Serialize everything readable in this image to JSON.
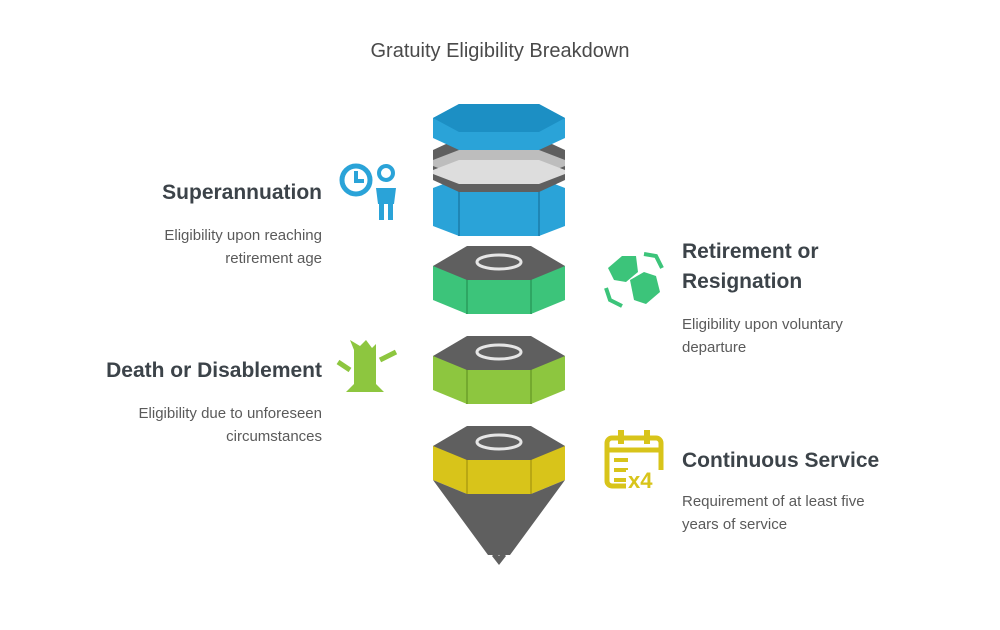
{
  "title": "Gratuity Eligibility Breakdown",
  "stages": [
    {
      "heading": "Superannuation",
      "description_line1": "Eligibility upon reaching",
      "description_line2": "retirement age",
      "color": "#2aa3d8",
      "icon": "clock-person-icon"
    },
    {
      "heading_line1": "Retirement or",
      "heading_line2": "Resignation",
      "description_line1": "Eligibility upon voluntary",
      "description_line2": "departure",
      "color": "#3cc47a",
      "icon": "exchange-arrows-icon"
    },
    {
      "heading": "Death or Disablement",
      "description_line1": "Eligibility due to unforeseen",
      "description_line2": "circumstances",
      "color": "#8dc63f",
      "icon": "broken-tree-icon"
    },
    {
      "heading": "Continuous Service",
      "description_line1": "Requirement of at least five",
      "description_line2": "years of service",
      "color": "#d8c41a",
      "icon": "calendar-x4-icon"
    }
  ],
  "calendar_icon_text": "x4"
}
